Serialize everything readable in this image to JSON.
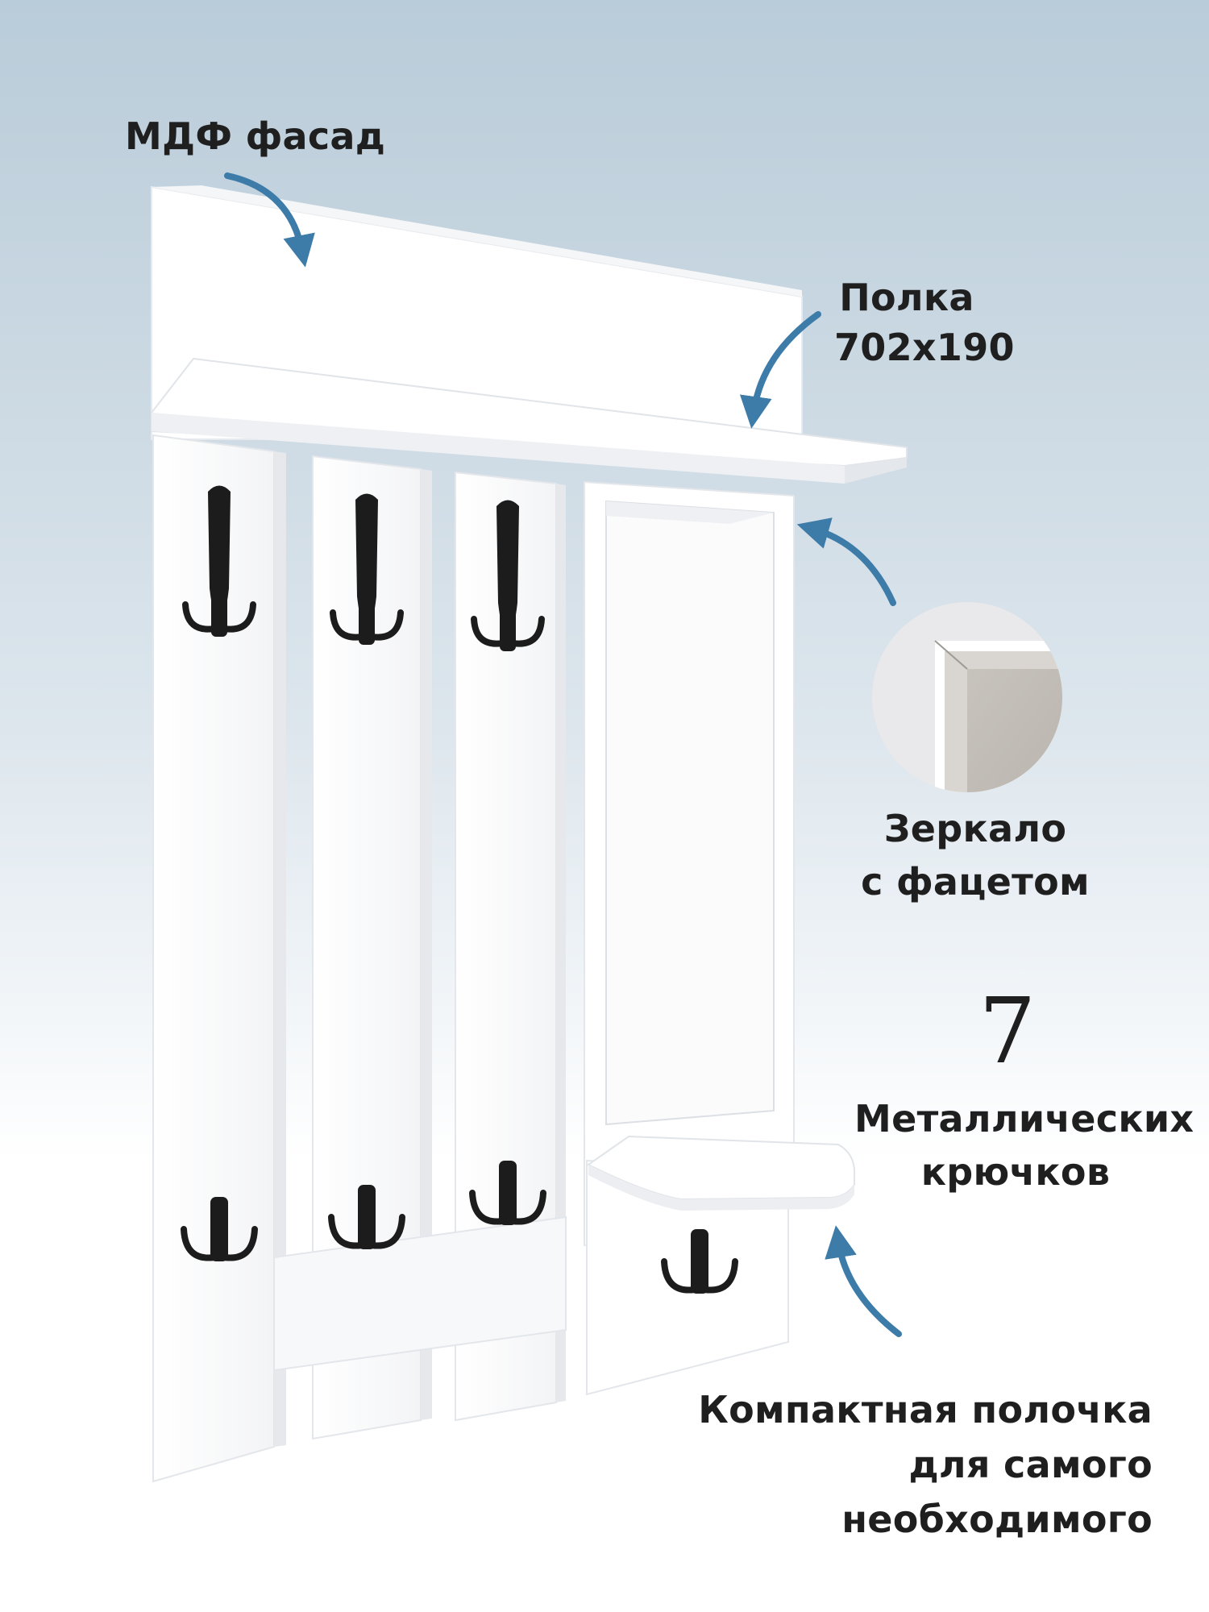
{
  "labels": {
    "mdf_facade": "МДФ фасад",
    "shelf": {
      "line1": "Полка",
      "line2": "702x190"
    },
    "mirror": {
      "line1": "Зеркало",
      "line2": "с фацетом"
    },
    "hooks_count": "7",
    "hooks": {
      "line1": "Металлических",
      "line2": "крючков"
    },
    "compact_shelf": {
      "line1": "Компактная полочка",
      "line2": "для самого необходимого"
    }
  },
  "colors": {
    "arrow": "#3d7ba8",
    "panel": "#ffffff",
    "hook": "#1c1c1c",
    "text": "#1f1f1f"
  },
  "icons": [
    "curved-arrow-icon",
    "coat-hook-icon",
    "mirror-bevel-detail"
  ]
}
